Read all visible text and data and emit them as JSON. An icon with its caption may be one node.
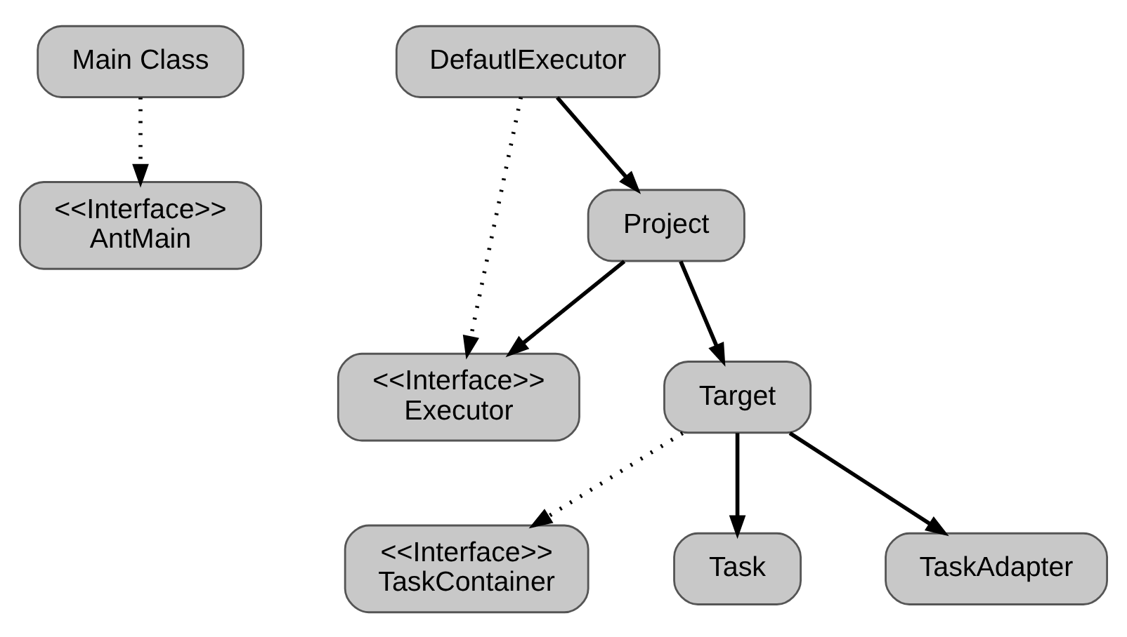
{
  "diagram": {
    "nodes": [
      {
        "text": [
          "<<Interface>>",
          "AntMain"
        ]
      },
      {
        "text": [
          "Main Class"
        ]
      },
      {
        "text": [
          "Project"
        ]
      },
      {
        "text": [
          "<<Interface>>",
          "Executor"
        ]
      },
      {
        "text": [
          "Target"
        ]
      },
      {
        "text": [
          "DefautlExecutor"
        ]
      },
      {
        "text": [
          "<<Interface>>",
          "TaskContainer"
        ]
      },
      {
        "text": [
          "Task"
        ]
      },
      {
        "text": [
          "TaskAdapter"
        ]
      }
    ],
    "edges": [
      {
        "from": 1,
        "to": 0,
        "arrow": "to",
        "style": "dashed"
      },
      {
        "from": 2,
        "to": 4,
        "arrow": "to"
      },
      {
        "from": 2,
        "to": 3,
        "arrow": "to"
      },
      {
        "from": 5,
        "to": 3,
        "arrow": "to",
        "style": "dashed"
      },
      {
        "from": 5,
        "to": 2,
        "arrow": "to"
      },
      {
        "from": 4,
        "to": 6,
        "arrow": "to",
        "style": "dashed"
      },
      {
        "from": 4,
        "to": 7,
        "arrow": "to"
      },
      {
        "from": 4,
        "to": 8,
        "arrow": "to"
      }
    ]
  }
}
